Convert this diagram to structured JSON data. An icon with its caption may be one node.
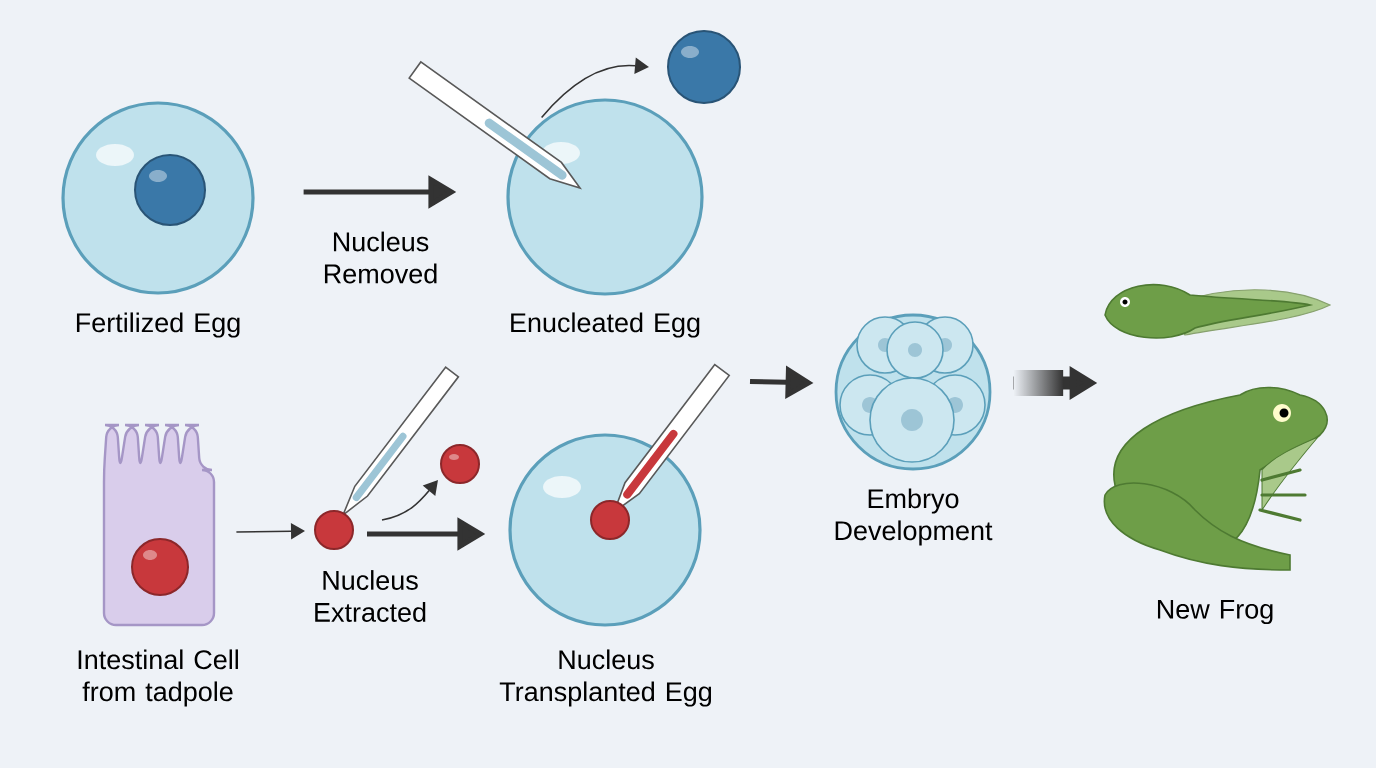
{
  "diagram": {
    "nodes": [
      {
        "text": [
          "Fertilized Egg"
        ]
      },
      {
        "text": [
          "Enucleated Egg"
        ]
      },
      {
        "text": [],
        "shape": "circle"
      },
      {
        "text": [
          "Intestinal Cell from tadpole"
        ]
      },
      {
        "text": [
          "Nucleus Extracted"
        ]
      },
      {
        "text": [],
        "shape": "circle"
      },
      {
        "text": [
          "Nucleus Transplanted Egg"
        ]
      },
      {
        "text": [
          "Embryo Development"
        ]
      },
      {
        "text": [
          "New Frog"
        ]
      }
    ],
    "edges": [
      {
        "from": 0,
        "to": 1,
        "arrow": "to",
        "label": "Nucleus Removed"
      },
      {
        "from": 1,
        "to": 2,
        "arrow": "to"
      },
      {
        "from": 3,
        "to": 4,
        "arrow": "to"
      },
      {
        "from": 4,
        "to": 5,
        "arrow": "to"
      },
      {
        "from": 4,
        "to": 6,
        "arrow": "to"
      },
      {
        "from": 6,
        "to": 7,
        "arrow": "to"
      },
      {
        "from": 7,
        "to": 8,
        "arrow": "to",
        "style": "thick"
      }
    ]
  }
}
